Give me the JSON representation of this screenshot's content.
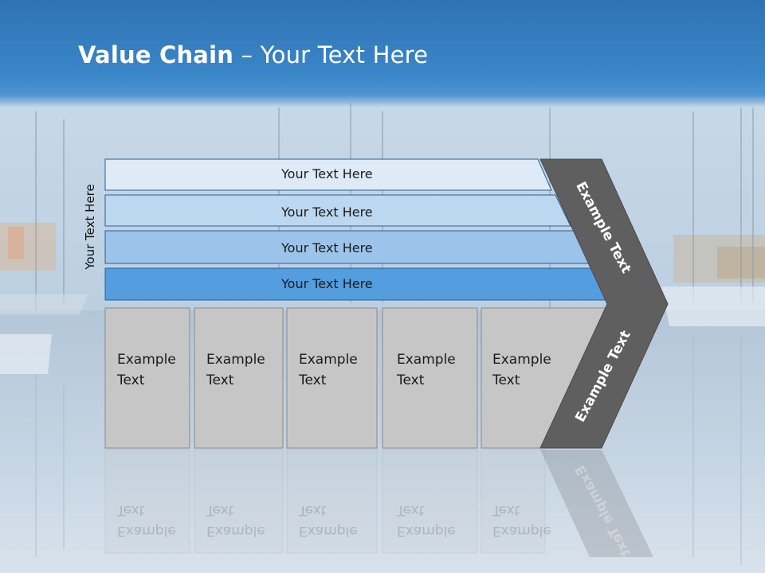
{
  "slide": {
    "title_bold": "Value Chain",
    "title_rest": " – Your Text Here",
    "side_label": "Your Text Here",
    "bars": [
      {
        "label": "Your Text Here"
      },
      {
        "label": "Your Text Here"
      },
      {
        "label": "Your Text Here"
      },
      {
        "label": "Your Text Here"
      }
    ],
    "boxes": [
      {
        "line1": "Example",
        "line2": "Text"
      },
      {
        "line1": "Example",
        "line2": "Text"
      },
      {
        "line1": "Example",
        "line2": "Text"
      },
      {
        "line1": "Example",
        "line2": "Text"
      },
      {
        "line1": "Example",
        "line2": "Text"
      }
    ],
    "chevron_top_label": "Example Text",
    "chevron_bottom_label": "Example Text"
  },
  "colors": {
    "header": "#3a86c8",
    "bar1": "#deeaf6",
    "bar2": "#bcd7f0",
    "bar3": "#9cc4ea",
    "bar4": "#549ddf",
    "box": "#c6c6c6",
    "chevron": "#5f5f5f"
  }
}
